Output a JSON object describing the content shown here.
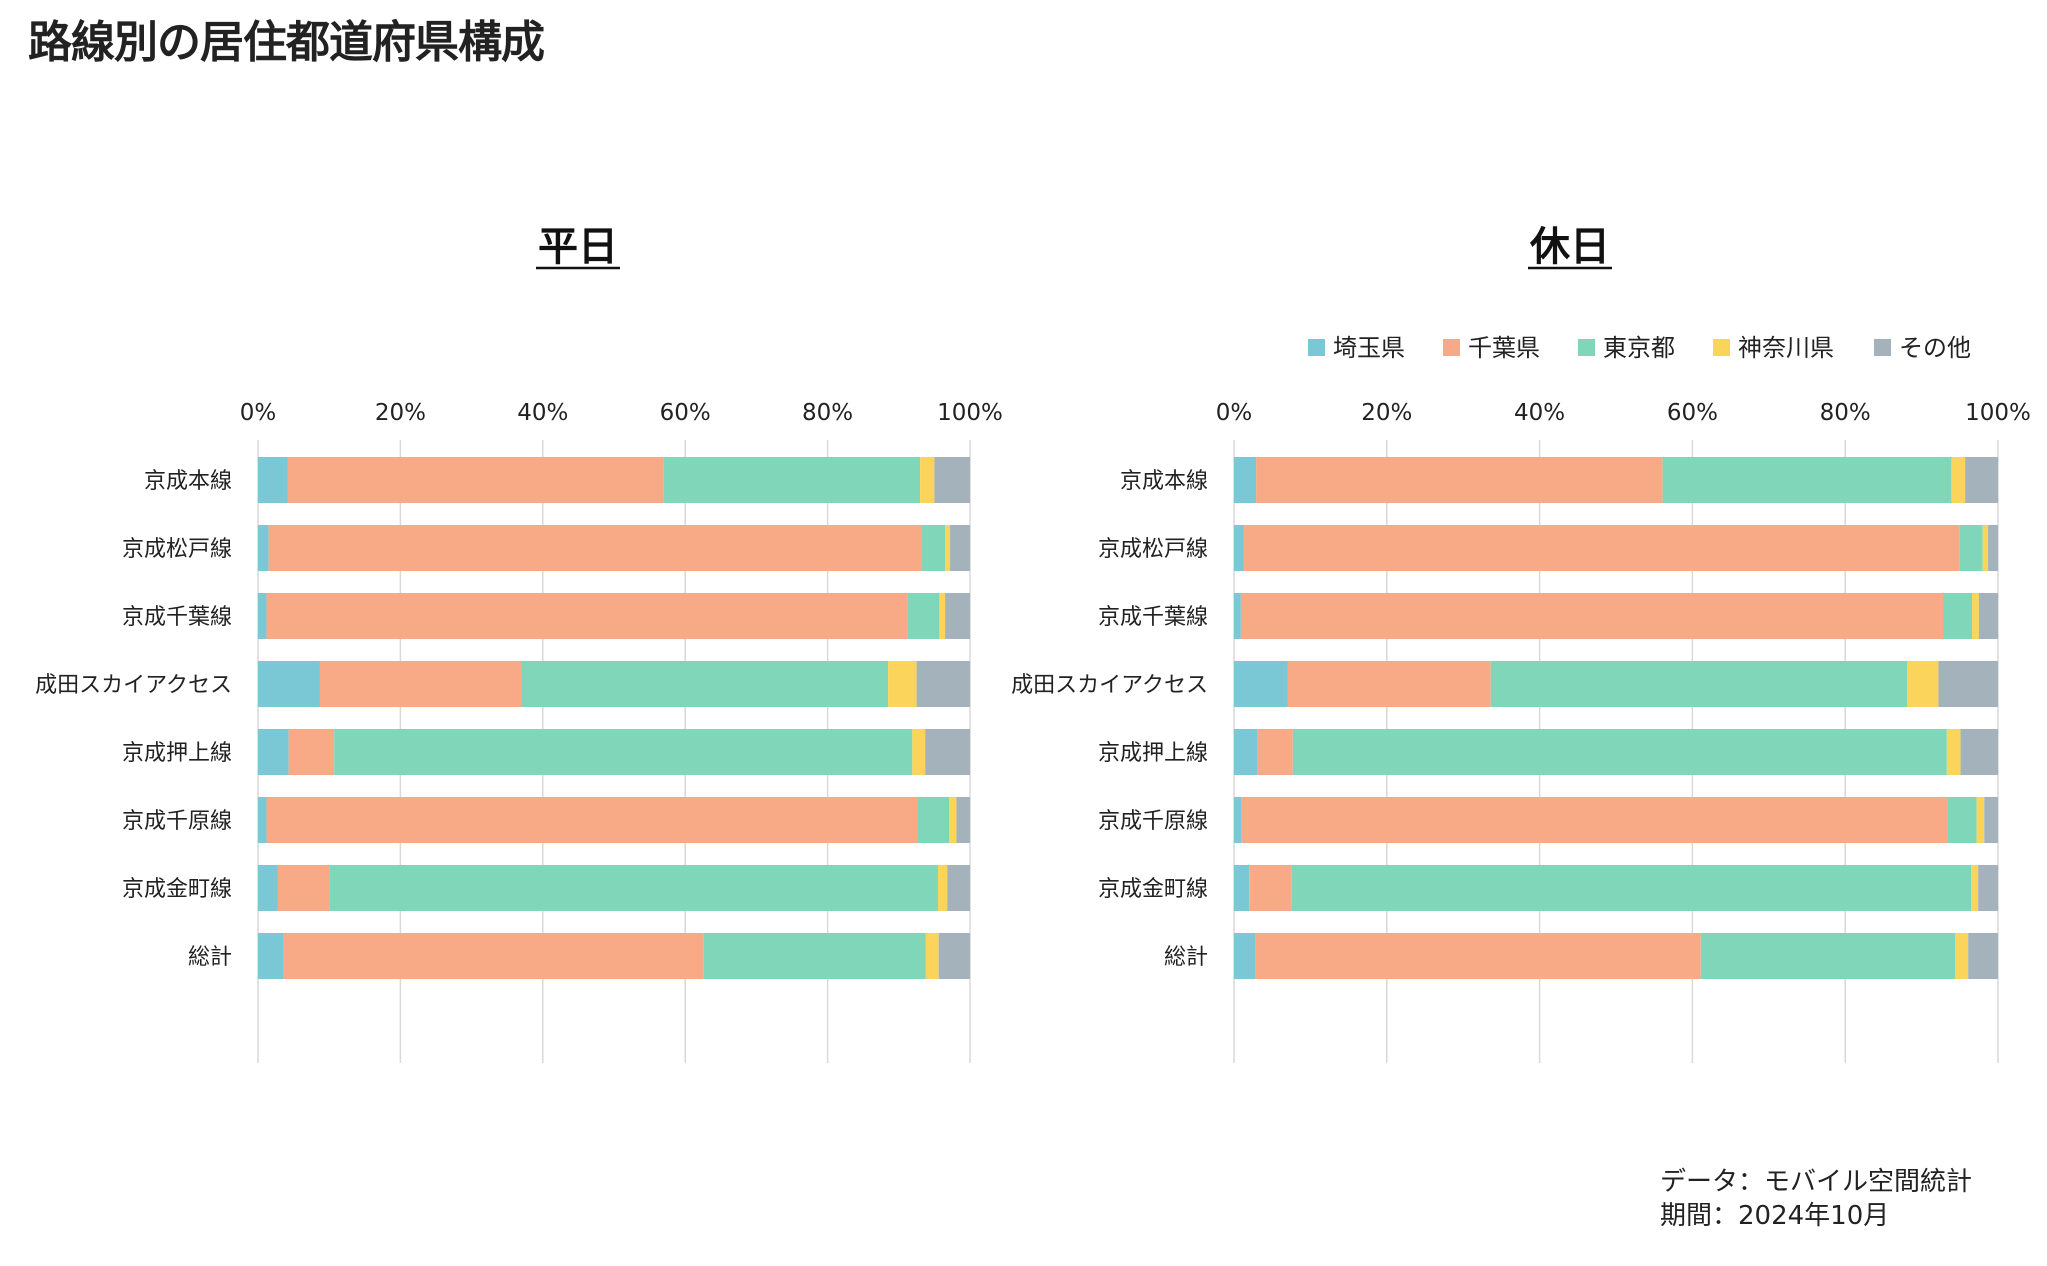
{
  "page": {
    "title": "路線別の居住都道府県構成",
    "source_line1": "データ：モバイル空間統計",
    "source_line2": "期間：2024年10月"
  },
  "legend": [
    {
      "name": "埼玉県",
      "color": "#7ac8d6"
    },
    {
      "name": "千葉県",
      "color": "#f8a985"
    },
    {
      "name": "東京都",
      "color": "#80d6b8"
    },
    {
      "name": "神奈川県",
      "color": "#fbd45c"
    },
    {
      "name": "その他",
      "color": "#a4b2bc"
    }
  ],
  "chart_data": [
    {
      "type": "bar",
      "orientation": "horizontal",
      "stacked": "percent",
      "title": "平日",
      "xlim": [
        0,
        100
      ],
      "ticks": [
        "0%",
        "20%",
        "40%",
        "60%",
        "80%",
        "100%"
      ],
      "grid": true,
      "categories": [
        "京成本線",
        "京成松戸線",
        "京成千葉線",
        "成田スカイアクセス",
        "京成押上線",
        "京成千原線",
        "京成金町線",
        "総計"
      ],
      "series": [
        {
          "name": "埼玉県",
          "values": [
            4.2,
            1.5,
            1.2,
            8.7,
            4.3,
            1.2,
            2.8,
            3.6
          ]
        },
        {
          "name": "千葉県",
          "values": [
            52.8,
            91.7,
            90.0,
            28.3,
            6.4,
            91.5,
            7.2,
            59.0
          ]
        },
        {
          "name": "東京都",
          "values": [
            36.0,
            3.3,
            4.5,
            51.5,
            81.2,
            4.4,
            85.5,
            31.2
          ]
        },
        {
          "name": "神奈川県",
          "values": [
            2.0,
            0.7,
            0.8,
            4.0,
            1.8,
            1.0,
            1.3,
            1.8
          ]
        },
        {
          "name": "その他",
          "values": [
            5.0,
            2.8,
            3.5,
            7.5,
            6.3,
            1.9,
            3.2,
            4.4
          ]
        }
      ]
    },
    {
      "type": "bar",
      "orientation": "horizontal",
      "stacked": "percent",
      "title": "休日",
      "xlim": [
        0,
        100
      ],
      "ticks": [
        "0%",
        "20%",
        "40%",
        "60%",
        "80%",
        "100%"
      ],
      "grid": true,
      "legend": "top-right",
      "categories": [
        "京成本線",
        "京成松戸線",
        "京成千葉線",
        "成田スカイアクセス",
        "京成押上線",
        "京成千原線",
        "京成金町線",
        "総計"
      ],
      "series": [
        {
          "name": "埼玉県",
          "values": [
            2.9,
            1.3,
            0.9,
            7.0,
            3.1,
            1.0,
            2.0,
            2.8
          ]
        },
        {
          "name": "千葉県",
          "values": [
            53.2,
            93.7,
            91.9,
            26.6,
            4.6,
            92.4,
            5.5,
            58.3
          ]
        },
        {
          "name": "東京都",
          "values": [
            37.8,
            3.0,
            3.8,
            54.5,
            85.6,
            3.8,
            89.0,
            33.3
          ]
        },
        {
          "name": "神奈川県",
          "values": [
            1.8,
            0.7,
            0.9,
            4.1,
            1.8,
            1.0,
            0.9,
            1.7
          ]
        },
        {
          "name": "その他",
          "values": [
            4.3,
            1.3,
            2.5,
            7.8,
            4.9,
            1.8,
            2.6,
            3.9
          ]
        }
      ]
    }
  ]
}
